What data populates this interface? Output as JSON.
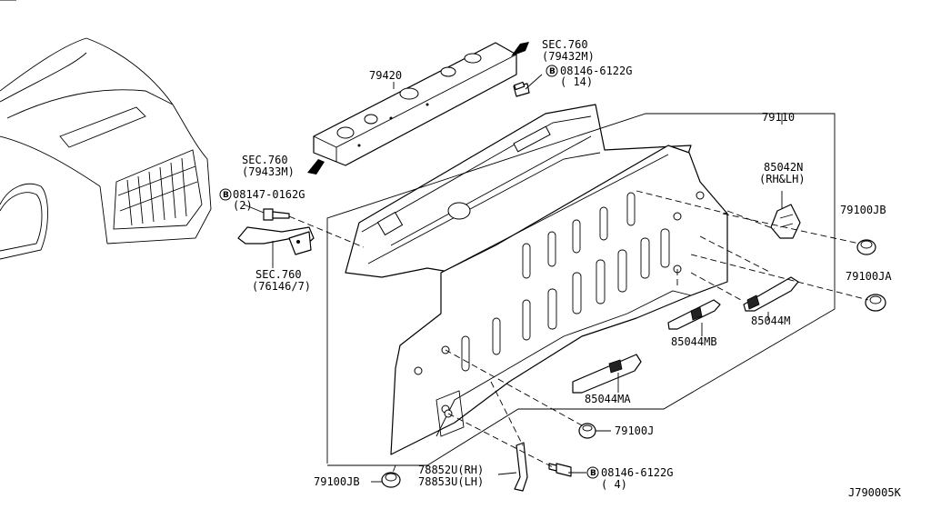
{
  "callouts": {
    "p79420": "79420",
    "sec760_a": "SEC.760",
    "sec760_a_sub": "(79432M)",
    "bolt_top": "08146-6122G",
    "bolt_top_qty": "( 14)",
    "p79110": "79110",
    "p85042n": "85042N",
    "p85042n_sub": "(RH&LH)",
    "sec760_b": "SEC.760",
    "sec760_b_sub": "(79433M)",
    "bolt_left": "08147-0162G",
    "bolt_left_qty": "(2)",
    "p79100jb_r": "79100JB",
    "p79100ja": "79100JA",
    "sec760_c": "SEC.760",
    "sec760_c_sub": "(76146/7)",
    "p85044m": "85044M",
    "p85044mb": "85044MB",
    "p85044ma": "85044MA",
    "p79100j": "79100J",
    "p79100jb_l": "79100JB",
    "p78852u": "78852U(RH)",
    "p78853u": "78853U(LH)",
    "bolt_bottom": "08146-6122G",
    "bolt_bottom_qty": "( 4)",
    "b_mark": "B"
  },
  "diagram_code": "J790005K"
}
